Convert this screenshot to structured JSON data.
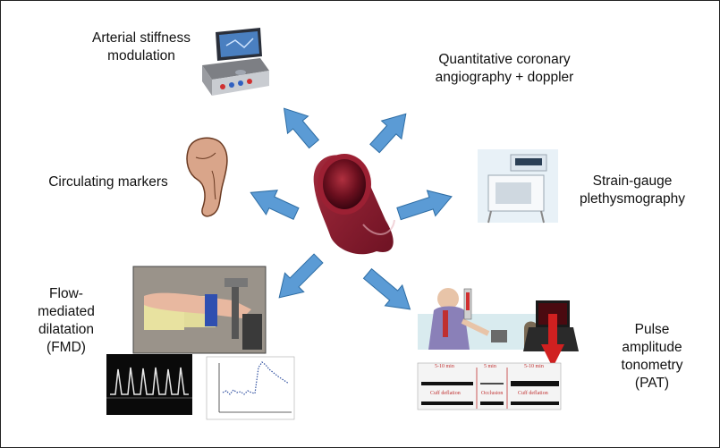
{
  "diagram": {
    "labels": {
      "arterial_stiffness": [
        "Arterial stiffness",
        "modulation"
      ],
      "coronary": [
        "Quantitative coronary",
        "angiography + doppler"
      ],
      "circulating": [
        "Circulating markers"
      ],
      "strain_gauge": [
        "Strain-gauge",
        "plethysmography"
      ],
      "fmd": [
        "Flow-",
        "mediated",
        "dilatation",
        "(FMD)"
      ],
      "pat": [
        "Pulse",
        "amplitude",
        "tonometry",
        "(PAT)"
      ]
    },
    "pat_trace": {
      "timeline": [
        "5-10 min",
        "5 min",
        "5-10 min"
      ],
      "phases": [
        "Cuff deflation",
        "Occlusion",
        "Cuff deflation"
      ]
    },
    "colors": {
      "arrow_fill": "#5b9bd5",
      "arrow_stroke": "#2e6da4",
      "vessel": "#8b1a2f",
      "vessel_lumen": "#5a0d1a",
      "skin": "#d9a58a"
    },
    "icons": [
      "vessel-cross-section",
      "arm-muscle",
      "ultrasound-machine",
      "plethysmograph-device",
      "pat-device",
      "fmd-setup-photo"
    ]
  }
}
